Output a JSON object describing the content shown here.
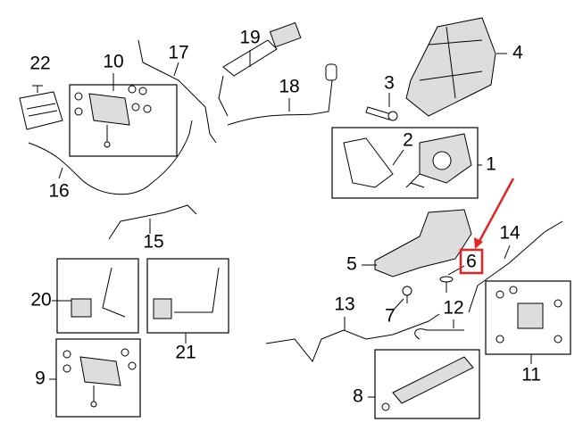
{
  "diagram": {
    "callouts": [
      "22",
      "10",
      "17",
      "19",
      "18",
      "3",
      "4",
      "2",
      "1",
      "16",
      "15",
      "14",
      "6",
      "5",
      "20",
      "21",
      "13",
      "12",
      "7",
      "9",
      "8",
      "11"
    ],
    "highlighted_callout": "6",
    "highlight_color": "#e8231f"
  }
}
